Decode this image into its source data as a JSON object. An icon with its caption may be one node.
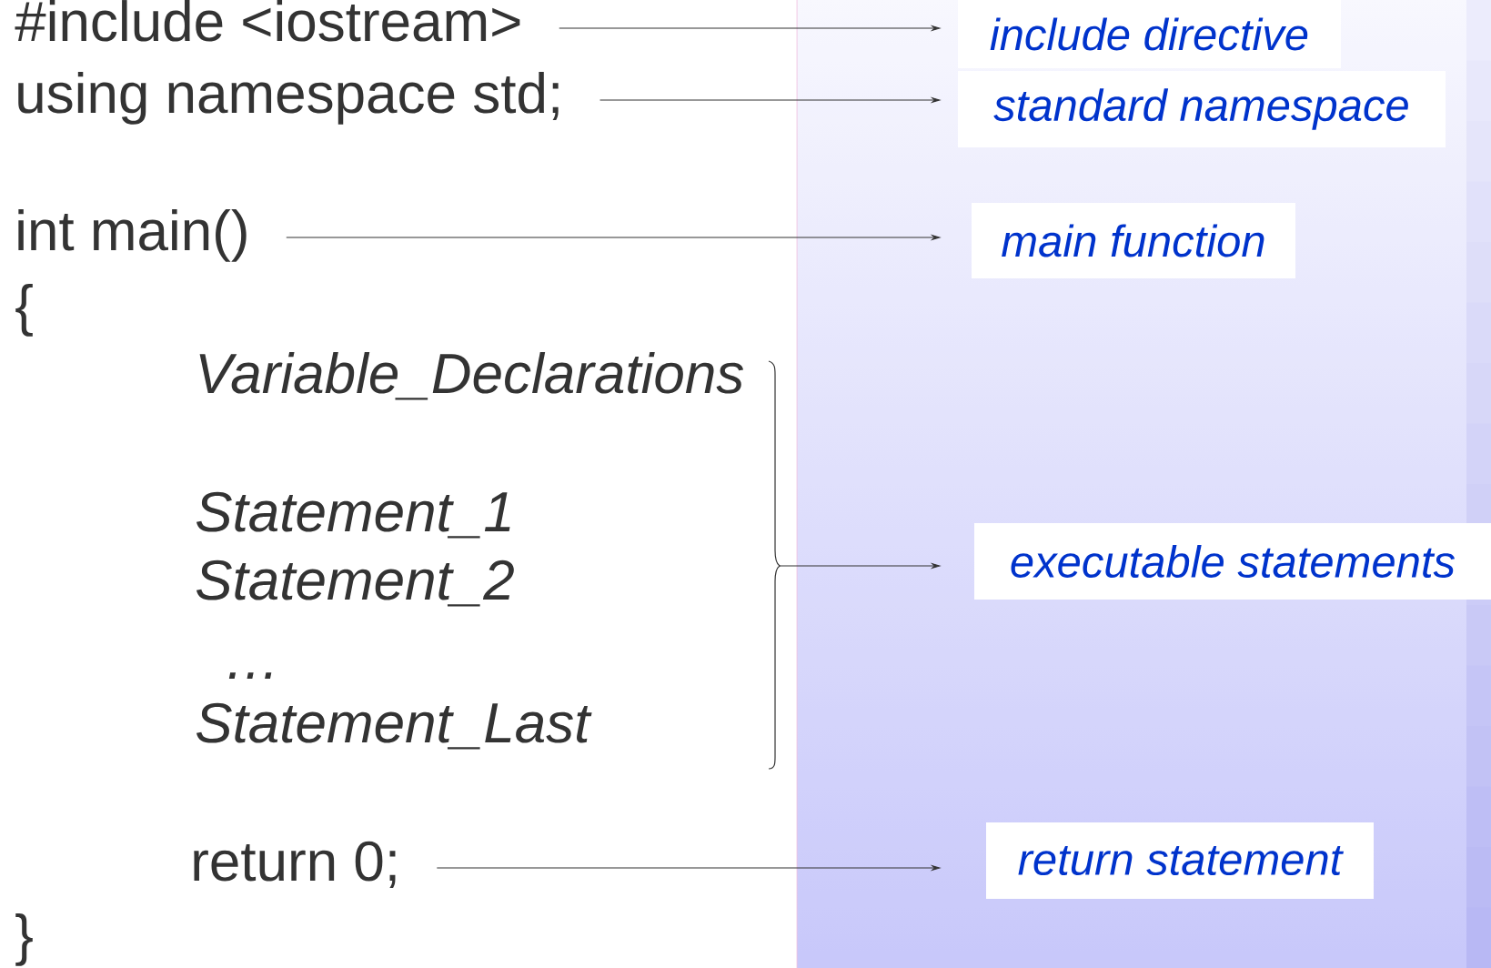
{
  "diagram": {
    "nodes": [
      {
        "text": [
          "#include <iostream>"
        ]
      },
      {
        "text": [
          "using namespace std;"
        ]
      },
      {
        "text": [
          "int main()"
        ]
      },
      {
        "text": [
          "return 0;"
        ]
      },
      {
        "text": [
          "include directive"
        ]
      },
      {
        "text": [
          "standard namespace"
        ]
      },
      {
        "text": [
          "main function"
        ]
      },
      {
        "text": [
          "executable statements"
        ]
      },
      {
        "text": [
          "return statement"
        ]
      }
    ],
    "edges": [
      {
        "from": 0,
        "to": 4,
        "arrow": "to"
      },
      {
        "from": 1,
        "to": 5,
        "arrow": "to"
      },
      {
        "from": 2,
        "to": 6,
        "arrow": "to"
      },
      {
        "from": null,
        "to": 7,
        "arrow": "to"
      },
      {
        "from": 3,
        "to": 8,
        "arrow": "to"
      }
    ],
    "labels": [
      "{",
      "Variable_Declarations",
      "Statement_1",
      "Statement_2",
      "…",
      "Statement_Last",
      "}"
    ]
  }
}
